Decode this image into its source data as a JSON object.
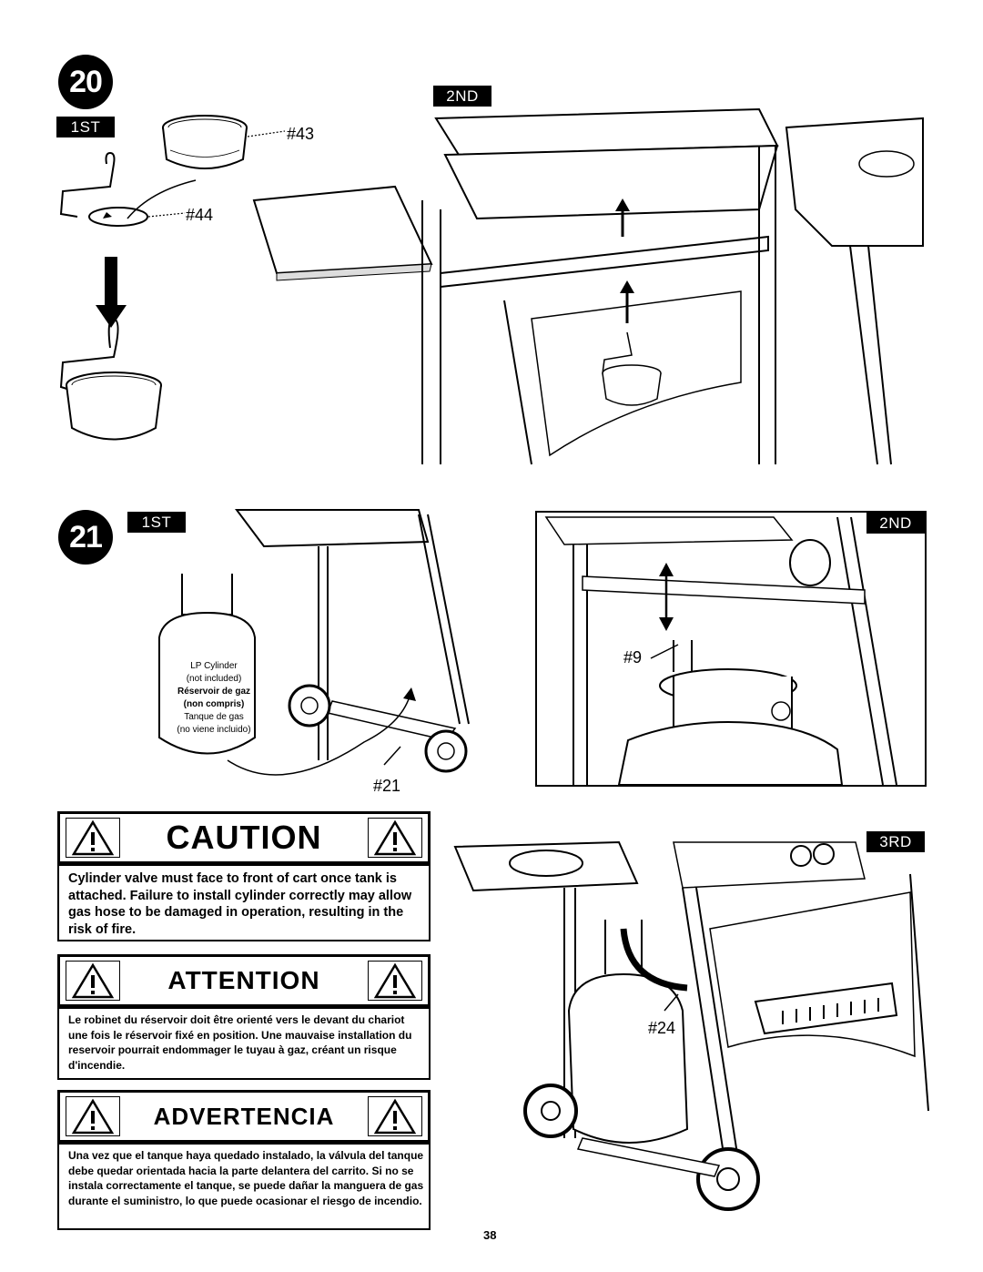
{
  "steps": {
    "step20": {
      "number": "20",
      "first_label": "1ST",
      "second_label": "2ND",
      "parts": {
        "p43": "#43",
        "p44": "#44"
      }
    },
    "step21": {
      "number": "21",
      "first_label": "1ST",
      "second_label": "2ND",
      "third_label": "3RD",
      "parts": {
        "p21": "#21",
        "p9": "#9",
        "p24": "#24"
      },
      "lp_label": {
        "line1": "LP Cylinder",
        "line2": "(not included)",
        "line3": "Réservoir de gaz",
        "line4": "(non compris)",
        "line5": "Tanque de gas",
        "line6": "(no viene incluido)"
      }
    }
  },
  "warnings": {
    "caution": {
      "title": "CAUTION",
      "text": "Cylinder valve must face to front of cart once tank is attached. Failure to install cylinder correctly may allow gas hose to be damaged in operation, resulting in the risk of fire."
    },
    "attention": {
      "title": "ATTENTION",
      "text": "Le robinet du réservoir doit être orienté vers le devant du chariot une fois le réservoir fixé en position. Une mauvaise installation du reservoir pourrait endommager le tuyau à gaz, créant un risque d'incendie."
    },
    "advertencia": {
      "title": "ADVERTENCIA",
      "text": "Una vez que el tanque haya quedado instalado, la válvula del tanque debe quedar orientada hacia la parte delantera del carrito. Si no se instala correctamente el tanque, se puede dañar la manguera de gas durante el suministro, lo que puede ocasionar el riesgo de incendio."
    }
  },
  "page_number": "38"
}
